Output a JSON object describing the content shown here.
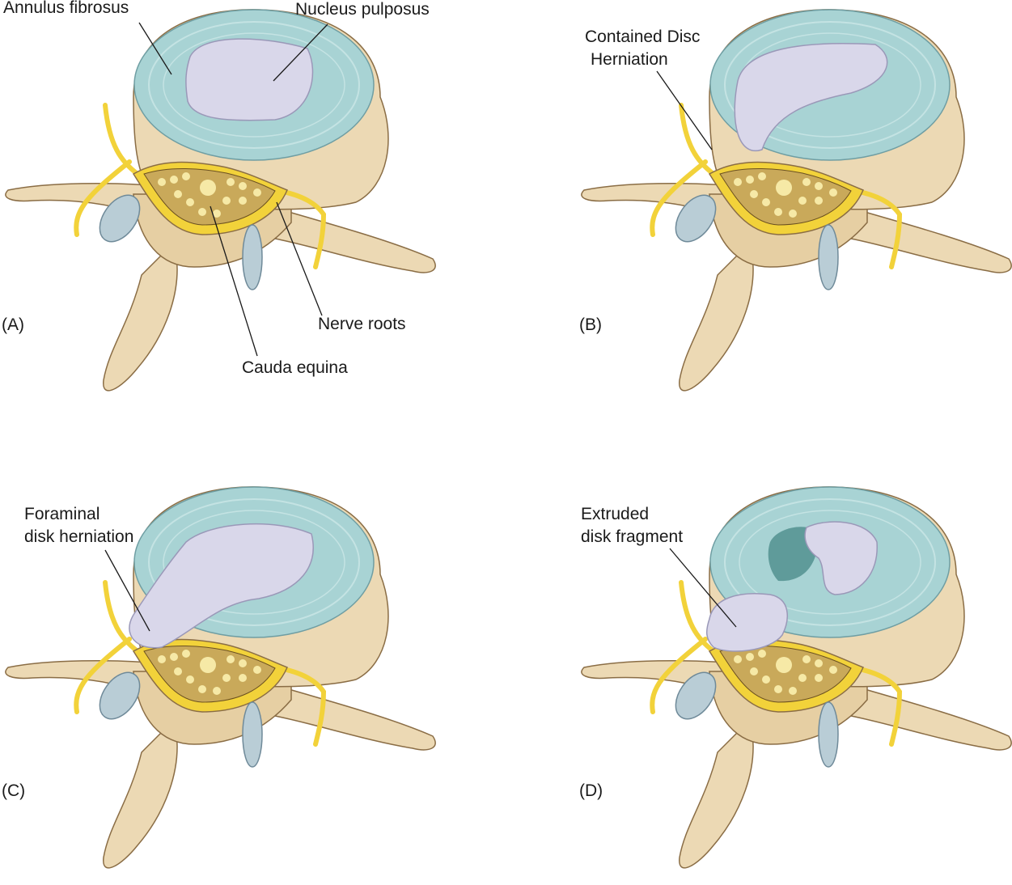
{
  "panels": [
    {
      "id": "A",
      "tag": "(A)",
      "labels": [
        "Annulus fibrosus",
        "Nucleus pulposus",
        "Nerve roots",
        "Cauda equina"
      ]
    },
    {
      "id": "B",
      "tag": "(B)",
      "labels": [
        "Contained Disc",
        "Herniation"
      ]
    },
    {
      "id": "C",
      "tag": "(C)",
      "labels": [
        "Foraminal",
        "disk herniation"
      ]
    },
    {
      "id": "D",
      "tag": "(D)",
      "labels": [
        "Extruded",
        "disk fragment"
      ]
    }
  ],
  "colors": {
    "bone": "#ecd9b4",
    "bone_shade": "#c9ab7e",
    "annulus": "#a8d3d4",
    "nucleus": "#d9d7ea",
    "nerve": "#f2d23a",
    "canal": "#c9a95a",
    "facet": "#b9cdd6"
  }
}
